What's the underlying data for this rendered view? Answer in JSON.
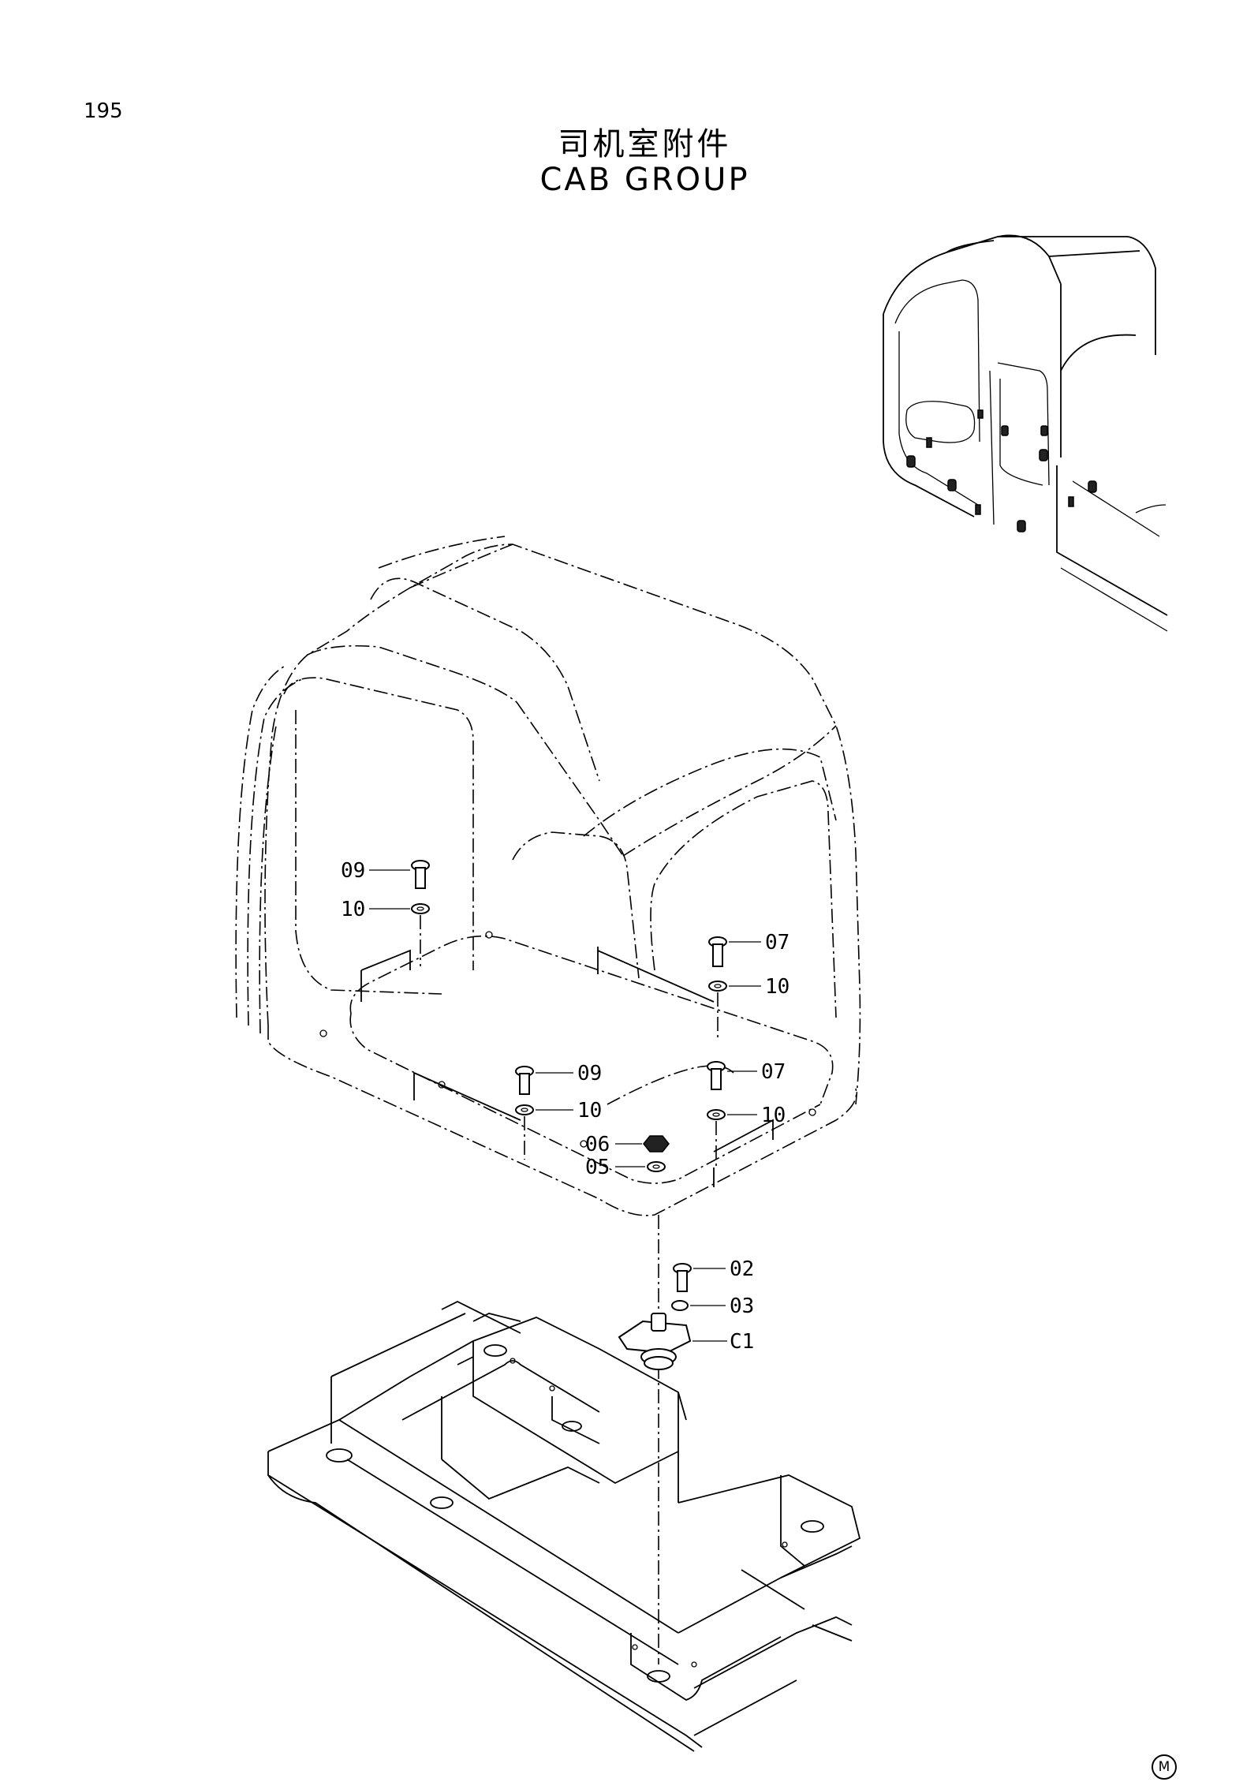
{
  "page_number": "195",
  "title_cn": "司机室附件",
  "title_en": "CAB GROUP",
  "callouts": {
    "c09a": "09",
    "c10a": "10",
    "c07a": "07",
    "c10b": "10",
    "c09b": "09",
    "c07b": "07",
    "c10c": "10",
    "c10d": "10",
    "c06": "06",
    "c05": "05",
    "c02": "02",
    "c03": "03",
    "cC1": "C1"
  },
  "corner_mark": "M"
}
